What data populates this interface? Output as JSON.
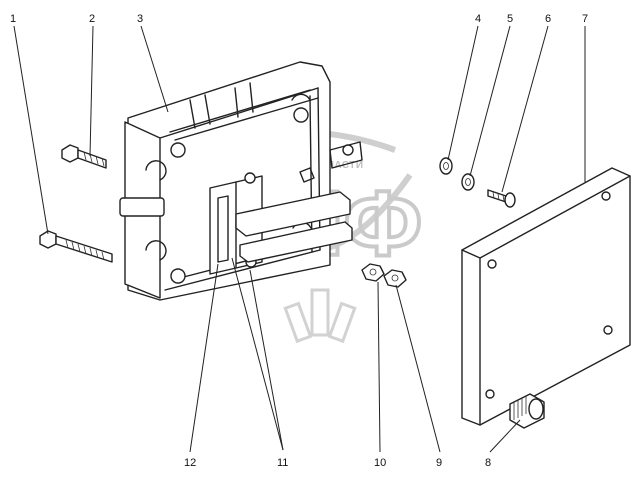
{
  "watermark": {
    "text": "ПЛАНЕТА ЗАПЧАСТИ",
    "logo_letters": "ЭПФ"
  },
  "callouts": [
    {
      "id": "c1",
      "label": "1"
    },
    {
      "id": "c2",
      "label": "2"
    },
    {
      "id": "c3",
      "label": "3"
    },
    {
      "id": "c4",
      "label": "4"
    },
    {
      "id": "c5",
      "label": "5"
    },
    {
      "id": "c6",
      "label": "6"
    },
    {
      "id": "c7",
      "label": "7"
    },
    {
      "id": "c8",
      "label": "8"
    },
    {
      "id": "c9",
      "label": "9"
    },
    {
      "id": "c10",
      "label": "10"
    },
    {
      "id": "c11",
      "label": "11"
    },
    {
      "id": "c12",
      "label": "12"
    }
  ]
}
